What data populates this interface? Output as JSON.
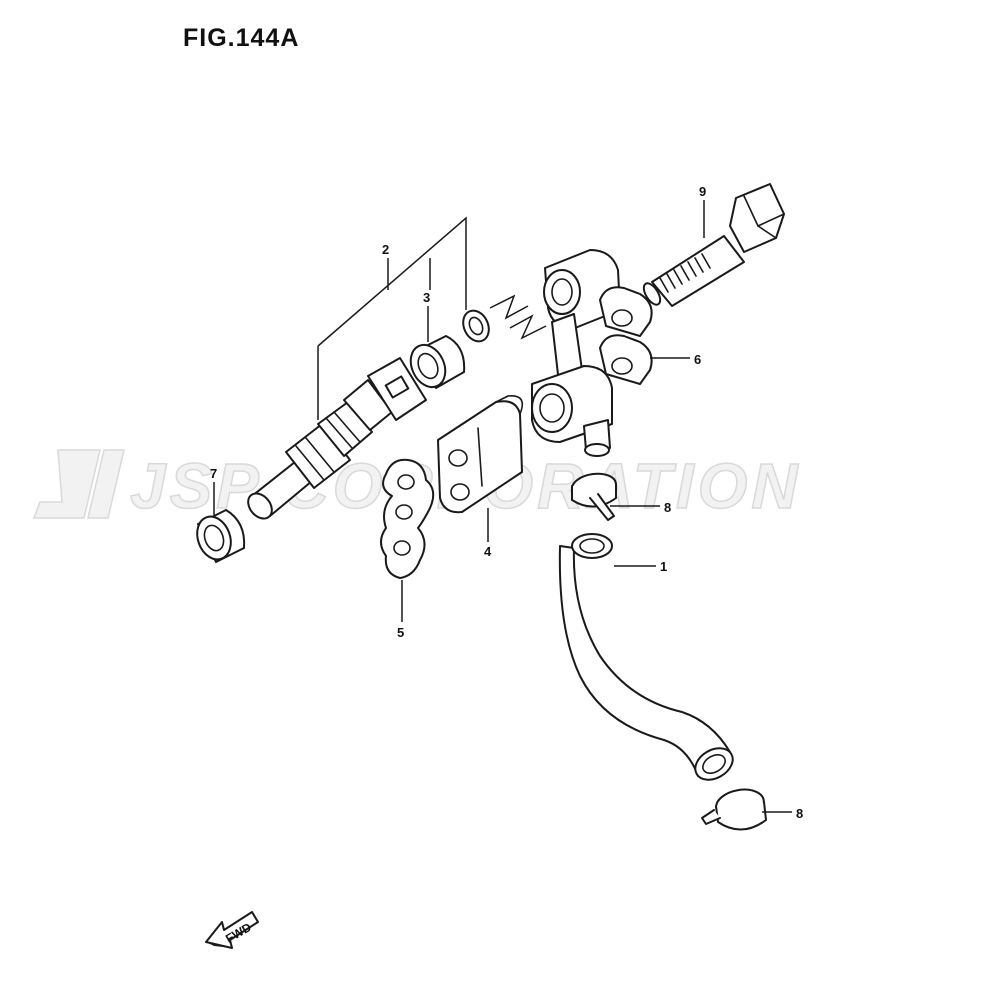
{
  "figure": {
    "title": "FIG.144A"
  },
  "watermark": {
    "text": "JSP CORPORATION"
  },
  "direction_arrow": {
    "label": "FWD"
  },
  "callouts": [
    "1",
    "2",
    "3",
    "4",
    "5",
    "6",
    "7",
    "8",
    "8",
    "9"
  ],
  "colors": {
    "line": "#1a1a1a",
    "background": "#ffffff",
    "watermark": "#d9d9d9"
  }
}
